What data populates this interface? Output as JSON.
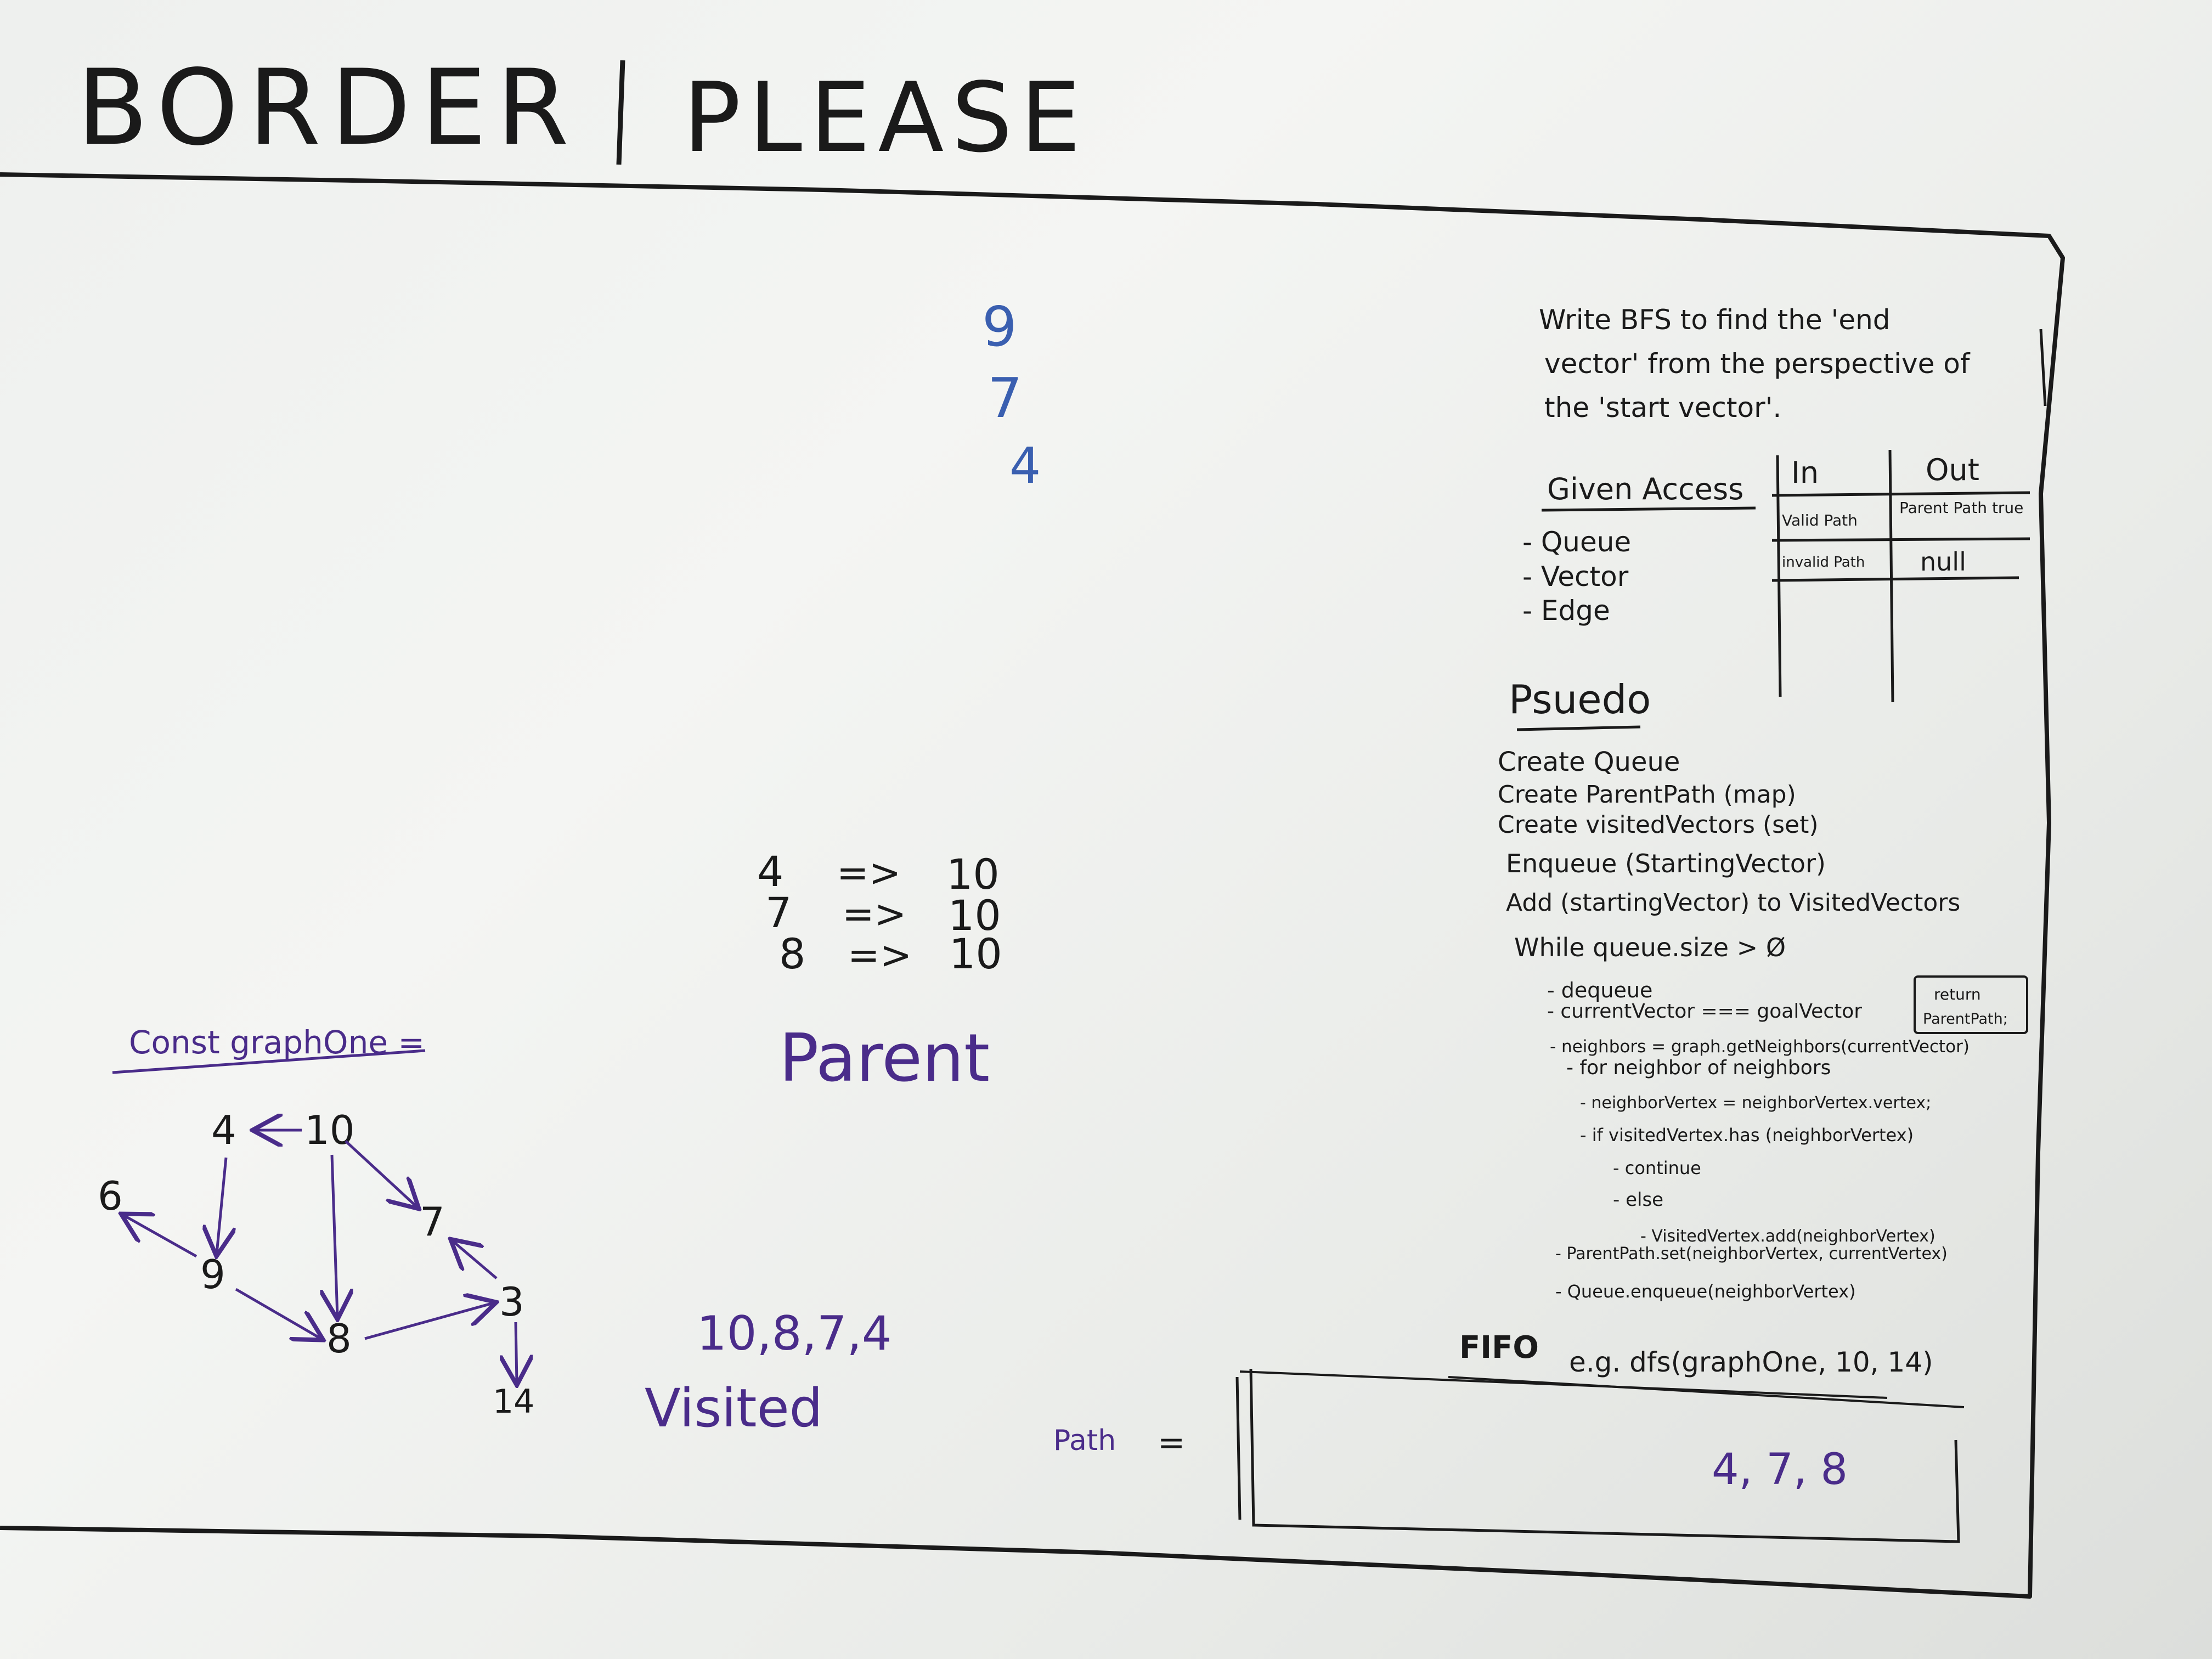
{
  "header": {
    "left": "BORDER",
    "right": "PLEASE"
  },
  "problem": {
    "lines": [
      "Write BFS to find the 'end",
      "vector' from the perspective of",
      "the 'start vector'."
    ]
  },
  "given": {
    "title": "Given Access",
    "items": [
      "- Queue",
      "- Vector",
      "- Edge"
    ]
  },
  "io_table": {
    "headers": [
      "In",
      "Out"
    ],
    "rows": [
      [
        "Valid Path",
        "Parent Path true"
      ],
      [
        "invalid Path",
        "null"
      ]
    ]
  },
  "pseudo": {
    "title": "Psuedo",
    "lines": [
      "Create Queue",
      "Create ParentPath (map)",
      "Create visitedVectors (set)",
      "Enqueue (StartingVector)",
      "Add (startingVector) to VisitedVectors",
      "While queue.size > Ø",
      "- dequeue",
      "- currentVector === goalVector",
      "- neighbors = graph.getNeighbors(currentVector)",
      "- for neighbor of neighbors",
      "- neighborVertex = neighborVertex.vertex;",
      "- if visitedVertex.has (neighborVertex)",
      "- continue",
      "- else",
      "- VisitedVertex.add(neighborVertex)",
      "- ParentPath.set(neighborVertex, currentVertex)",
      "- Queue.enqueue(neighborVertex)"
    ],
    "return_box": [
      "return",
      "ParentPath;"
    ]
  },
  "fifo": {
    "label": "FIFO",
    "example": "e.g. dfs(graphOne, 10, 14)"
  },
  "path": {
    "label": "Path",
    "equals": "=",
    "value": "4, 7, 8"
  },
  "stack_numbers": [
    "9",
    "7",
    "4"
  ],
  "parent": {
    "rows": [
      [
        "4",
        "=>",
        "10"
      ],
      [
        "7",
        "=>",
        "10"
      ],
      [
        "8",
        "=>",
        "10"
      ]
    ],
    "label": "Parent"
  },
  "visited": {
    "values": "10,8,7,4",
    "label": "Visited"
  },
  "graph": {
    "title": "Const graphOne =",
    "nodes": [
      "4",
      "10",
      "6",
      "9",
      "7",
      "8",
      "3",
      "14"
    ]
  },
  "colors": {
    "ink_black": "#1a1a1a",
    "ink_purple": "#4a2c8a",
    "ink_blue": "#3a5fb0"
  }
}
